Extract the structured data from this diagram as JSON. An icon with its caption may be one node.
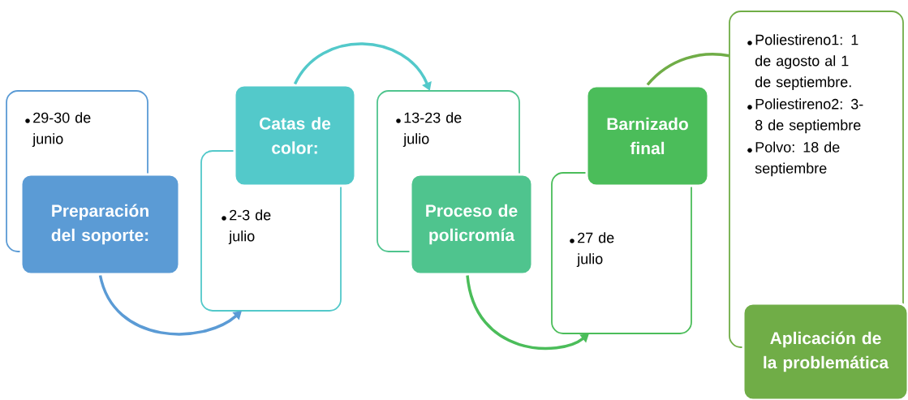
{
  "diagram": {
    "nodes": [
      {
        "text": [
          "29-30 de junio"
        ]
      },
      {
        "text": [
          "Preparación del soporte:"
        ]
      },
      {
        "text": [
          "2-3 de julio"
        ]
      },
      {
        "text": [
          "Catas de color:"
        ]
      },
      {
        "text": [
          "13-23 de julio"
        ]
      },
      {
        "text": [
          "Proceso de policromía"
        ]
      },
      {
        "text": [
          "27 de julio"
        ]
      },
      {
        "text": [
          "Barnizado final"
        ]
      },
      {
        "text": [
          "Poliestireno1: 1 de agosto al 1 de septiembre.",
          "Poliestireno2: 3-8 de septiembre",
          "Polvo: 18 de septiembre"
        ]
      },
      {
        "text": [
          "Aplicación de la problemática"
        ]
      }
    ],
    "edges": [
      {
        "from": 1,
        "to": 2,
        "arrow": "to",
        "color": "#5b9bd5"
      },
      {
        "from": 3,
        "to": 4,
        "arrow": "to",
        "color": "#53c9ca"
      },
      {
        "from": 5,
        "to": 6,
        "arrow": "to",
        "color": "#4bbd5a"
      },
      {
        "from": 7,
        "to": 8,
        "arrow": "none",
        "color": "#70ad47"
      }
    ]
  }
}
